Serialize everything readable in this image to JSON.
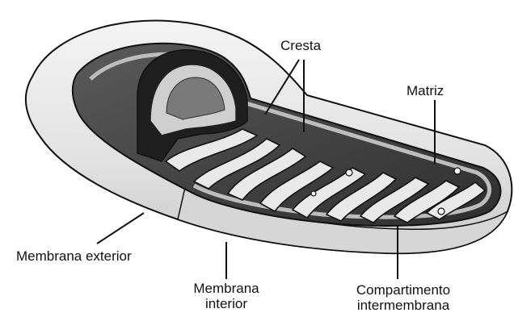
{
  "diagram": {
    "labels": {
      "cresta": "Cresta",
      "matriz": "Matriz",
      "membrana_exterior": "Membrana exterior",
      "membrana_interior_l1": "Membrana",
      "membrana_interior_l2": "interior",
      "compartimento_l1": "Compartimento",
      "compartimento_l2": "intermembrana"
    }
  }
}
